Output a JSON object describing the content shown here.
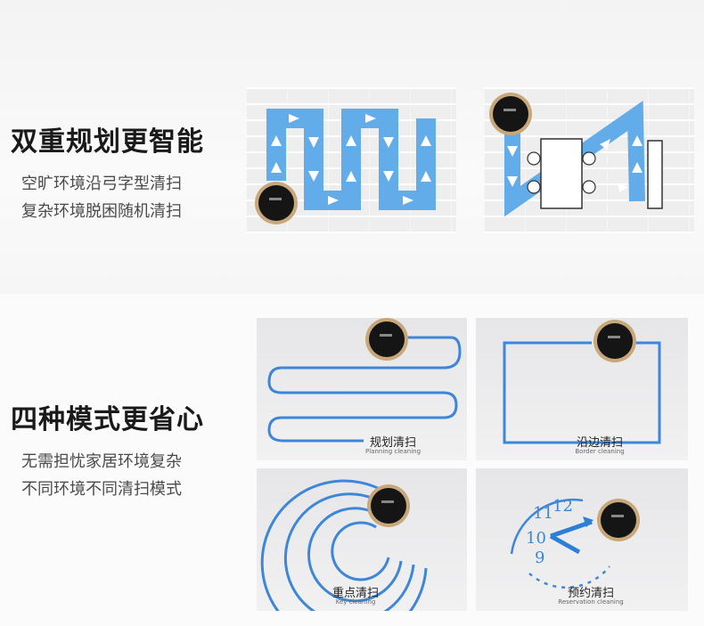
{
  "section1": {
    "heading": "双重规划更智能",
    "lines": [
      "空旷环境沿弓字型清扫",
      "复杂环境脱困随机清扫"
    ]
  },
  "section2": {
    "heading": "四种模式更省心",
    "lines": [
      "无需担忧家居环境复杂",
      "不同环境不同清扫模式"
    ]
  },
  "modes": [
    {
      "label": "规划清扫",
      "label_en": "Planning cleaning"
    },
    {
      "label": "沿边清扫",
      "label_en": "Border cleaning"
    },
    {
      "label": "重点清扫",
      "label_en": "Key cleaning"
    },
    {
      "label": "预约清扫",
      "label_en": "Reservation cleaning"
    }
  ],
  "clock_numbers": [
    "11",
    "12",
    "10",
    "9"
  ],
  "colors": {
    "path_blue": "#5aa8e8",
    "line_blue": "#3d86d8",
    "robot_gold": "#c8a77a",
    "robot_black": "#151515"
  }
}
